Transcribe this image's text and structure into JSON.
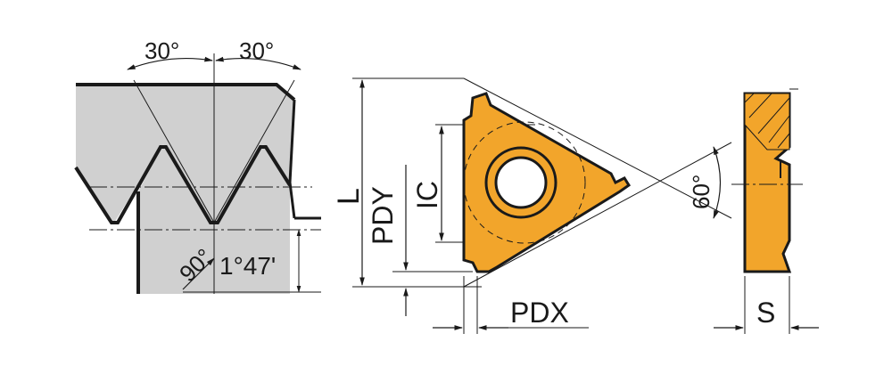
{
  "colors": {
    "insert": "#F2A52B",
    "profile": "#D0D0D0",
    "line": "#1A1A1A"
  },
  "labels": {
    "angle_left": "30°",
    "angle_right": "30°",
    "angle_90": "90°",
    "helix_angle": "1°47'",
    "L": "L",
    "PDY": "PDY",
    "IC": "IC",
    "angle_60": "60°",
    "PDX": "PDX",
    "S": "S"
  }
}
